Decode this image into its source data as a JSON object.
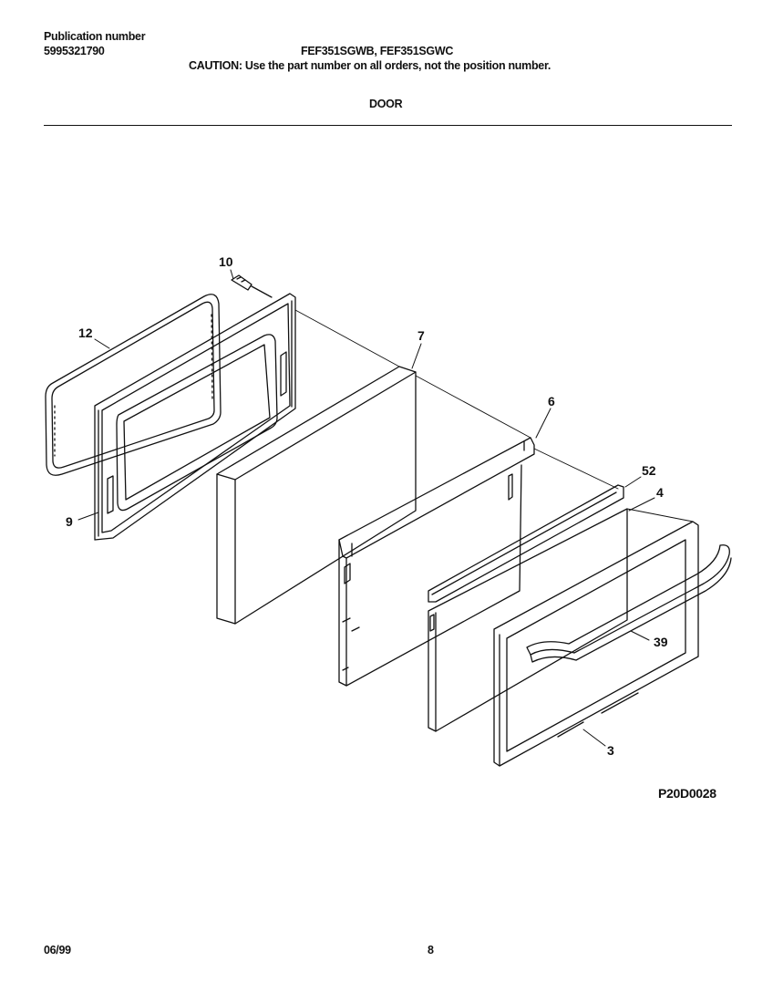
{
  "header": {
    "publication_label": "Publication number",
    "publication_number": "5995321790",
    "models": "FEF351SGWB, FEF351SGWC",
    "caution": "CAUTION:  Use the part number on all orders, not the position number.",
    "section_title": "DOOR"
  },
  "diagram": {
    "callouts": [
      "10",
      "12",
      "7",
      "6",
      "52",
      "4",
      "9",
      "39",
      "3"
    ],
    "drawing_code": "P20D0028"
  },
  "footer": {
    "date": "06/99",
    "page": "8"
  }
}
